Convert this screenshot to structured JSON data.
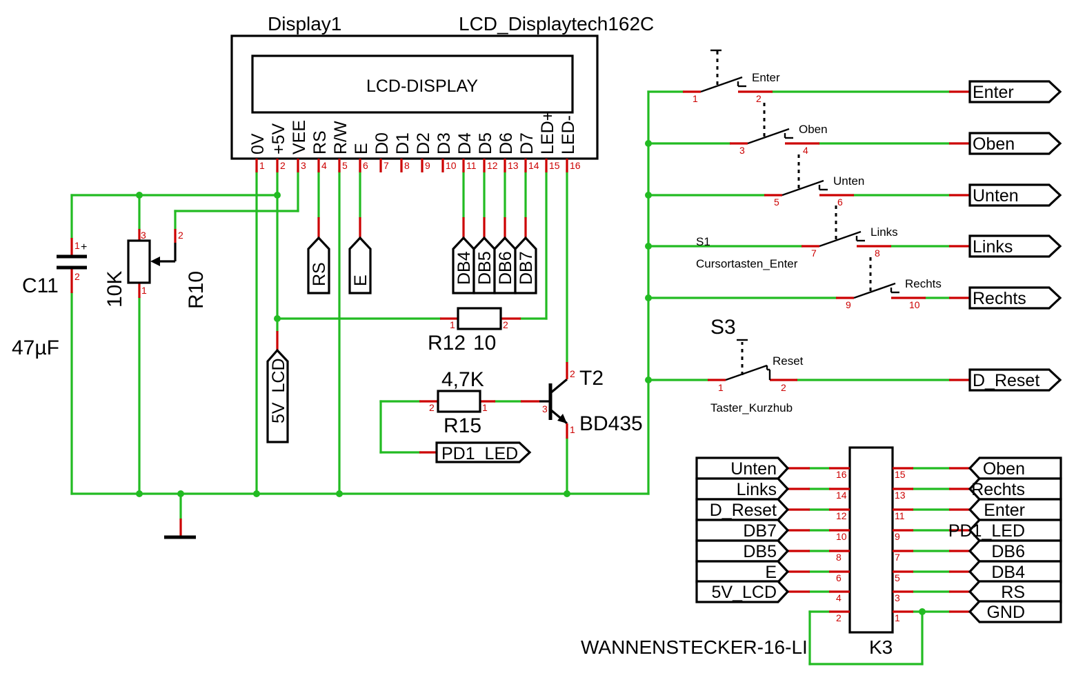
{
  "display": {
    "name": "Display1",
    "type": "LCD_Displaytech162C",
    "screen_label": "LCD-DISPLAY",
    "pins": [
      {
        "num": "1",
        "label": "0V"
      },
      {
        "num": "2",
        "label": "+5V"
      },
      {
        "num": "3",
        "label": "VEE"
      },
      {
        "num": "4",
        "label": "RS"
      },
      {
        "num": "5",
        "label": "R/W"
      },
      {
        "num": "6",
        "label": "E"
      },
      {
        "num": "7",
        "label": "D0"
      },
      {
        "num": "8",
        "label": "D1"
      },
      {
        "num": "9",
        "label": "D2"
      },
      {
        "num": "10",
        "label": "D3"
      },
      {
        "num": "11",
        "label": "D4"
      },
      {
        "num": "12",
        "label": "D5"
      },
      {
        "num": "13",
        "label": "D6"
      },
      {
        "num": "14",
        "label": "D7"
      },
      {
        "num": "15",
        "label": "LED+"
      },
      {
        "num": "16",
        "label": "LED-"
      }
    ]
  },
  "capacitor": {
    "name": "C11",
    "value": "47µF",
    "pin_plus": "1",
    "plus_sign": "+",
    "pin_2": "2"
  },
  "potentiometer": {
    "name": "R10",
    "value": "10K",
    "pin_1": "1",
    "pin_2": "2",
    "pin_3": "3"
  },
  "resistor_r12": {
    "name": "R12",
    "value": "10",
    "pin_1": "1",
    "pin_2": "2"
  },
  "resistor_r15": {
    "name": "R15",
    "value": "4,7K",
    "pin_1": "1",
    "pin_2": "2"
  },
  "transistor": {
    "name": "T2",
    "type": "BD435",
    "pin_1": "1",
    "pin_2": "2",
    "pin_3": "3"
  },
  "net_labels": {
    "rs": "RS",
    "e": "E",
    "db4": "DB4",
    "db5": "DB5",
    "db6": "DB6",
    "db7": "DB7",
    "five_v_lcd": "5V_LCD",
    "pd1_led": "PD1_LED"
  },
  "switch_s1": {
    "name": "S1",
    "type": "Cursortasten_Enter",
    "buttons": [
      {
        "label": "Enter",
        "pin_a": "1",
        "pin_b": "2",
        "net": "Enter"
      },
      {
        "label": "Oben",
        "pin_a": "3",
        "pin_b": "4",
        "net": "Oben"
      },
      {
        "label": "Unten",
        "pin_a": "5",
        "pin_b": "6",
        "net": "Unten"
      },
      {
        "label": "Links",
        "pin_a": "7",
        "pin_b": "8",
        "net": "Links"
      },
      {
        "label": "Rechts",
        "pin_a": "9",
        "pin_b": "10",
        "net": "Rechts"
      }
    ]
  },
  "switch_s3": {
    "name": "S3",
    "type": "Taster_Kurzhub",
    "label": "Reset",
    "pin_a": "1",
    "pin_b": "2",
    "net": "D_Reset"
  },
  "connector": {
    "name": "K3",
    "type": "WANNENSTECKER-16-LI",
    "left": [
      {
        "pin": "16",
        "net": "Unten"
      },
      {
        "pin": "14",
        "net": "Links"
      },
      {
        "pin": "12",
        "net": "D_Reset"
      },
      {
        "pin": "10",
        "net": "DB7"
      },
      {
        "pin": "8",
        "net": "DB5"
      },
      {
        "pin": "6",
        "net": "E"
      },
      {
        "pin": "4",
        "net": "5V_LCD"
      },
      {
        "pin": "2",
        "net": ""
      }
    ],
    "right": [
      {
        "pin": "15",
        "net": "Oben"
      },
      {
        "pin": "13",
        "net": "Rechts"
      },
      {
        "pin": "11",
        "net": "Enter"
      },
      {
        "pin": "9",
        "net": "PD1_LED"
      },
      {
        "pin": "7",
        "net": "DB6"
      },
      {
        "pin": "5",
        "net": "DB4"
      },
      {
        "pin": "3",
        "net": "RS"
      },
      {
        "pin": "1",
        "net": "GND"
      }
    ]
  }
}
